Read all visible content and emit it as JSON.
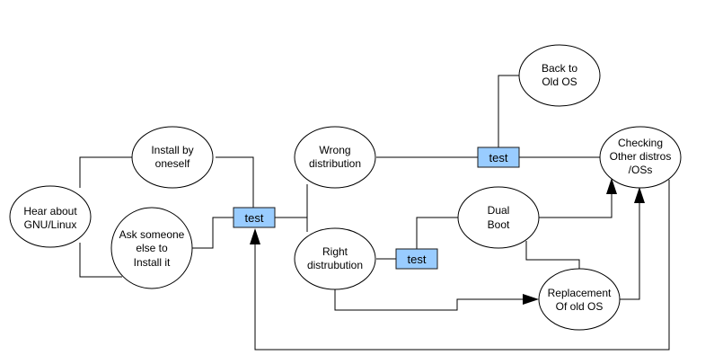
{
  "colors": {
    "test_fill": "#99ccff",
    "stroke": "#000000",
    "background": "#ffffff"
  },
  "nodes": {
    "hear_about": [
      "Hear about",
      "GNU/Linux"
    ],
    "install_oneself": [
      "Install by",
      "oneself"
    ],
    "ask_someone": [
      "Ask someone",
      "else to",
      "Install it"
    ],
    "wrong_distribution": [
      "Wrong",
      "distribution"
    ],
    "right_distribution": [
      "Right",
      "distrubution"
    ],
    "dual_boot": [
      "Dual",
      "Boot"
    ],
    "back_to_old_os": [
      "Back to",
      "Old OS"
    ],
    "checking_other": [
      "Checking",
      "Other distros",
      "/OSs"
    ],
    "replacement": [
      "Replacement",
      "Of old OS"
    ]
  },
  "tests": {
    "test_1": "test",
    "test_2": "test",
    "test_3": "test"
  }
}
